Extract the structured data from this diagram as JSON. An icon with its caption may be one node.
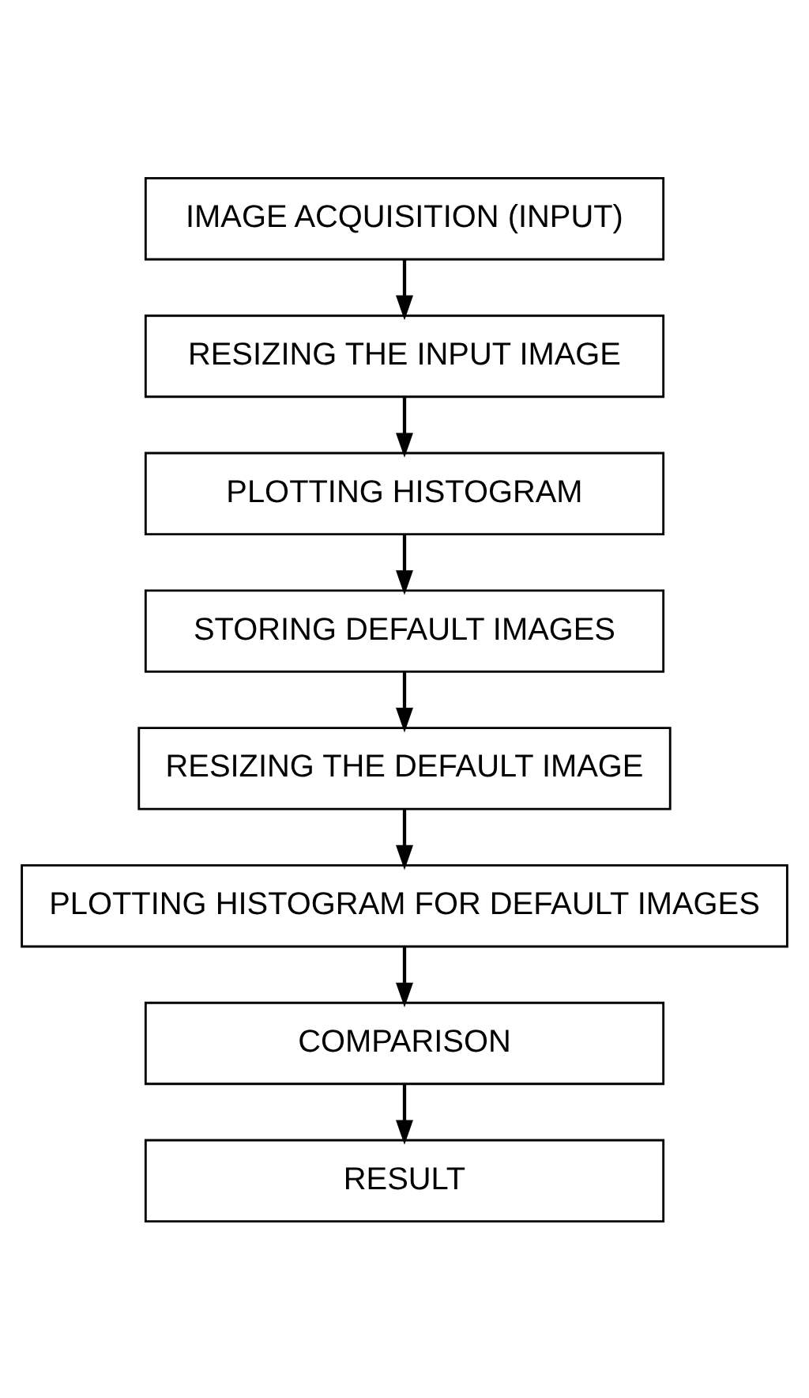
{
  "diagram": {
    "nodes": [
      {
        "text": [
          "IMAGE ACQUISITION (INPUT)"
        ]
      },
      {
        "text": [
          "RESIZING THE INPUT IMAGE"
        ]
      },
      {
        "text": [
          "PLOTTING HISTOGRAM"
        ]
      },
      {
        "text": [
          "STORING DEFAULT IMAGES"
        ]
      },
      {
        "text": [
          "RESIZING THE DEFAULT IMAGE"
        ]
      },
      {
        "text": [
          "PLOTTING HISTOGRAM FOR DEFAULT IMAGES"
        ]
      },
      {
        "text": [
          "COMPARISON"
        ]
      },
      {
        "text": [
          "RESULT"
        ]
      }
    ],
    "edges": [
      {
        "from": 0,
        "to": 1,
        "arrow": "to"
      },
      {
        "from": 1,
        "to": 2,
        "arrow": "to"
      },
      {
        "from": 2,
        "to": 3,
        "arrow": "to"
      },
      {
        "from": 3,
        "to": 4,
        "arrow": "to"
      },
      {
        "from": 4,
        "to": 5,
        "arrow": "to"
      },
      {
        "from": 5,
        "to": 6,
        "arrow": "to"
      },
      {
        "from": 6,
        "to": 7,
        "arrow": "to"
      }
    ]
  }
}
